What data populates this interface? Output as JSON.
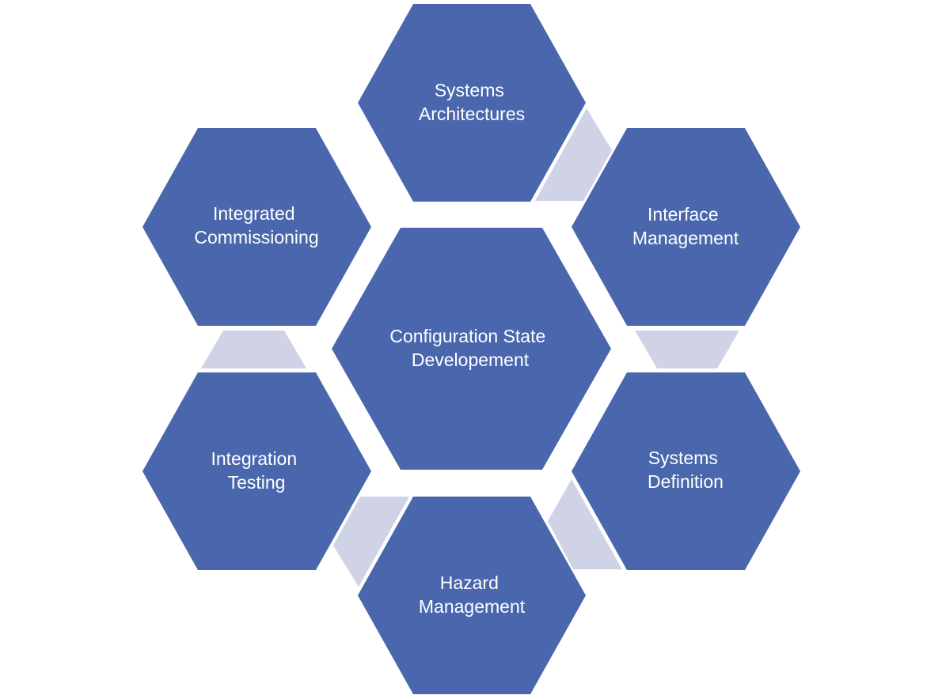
{
  "colors": {
    "hexagon_fill": "#4A67AD",
    "connector_fill": "#D0D3E6",
    "label_text": "#FFFFFF",
    "background": "#FFFFFF"
  },
  "center": {
    "line1": "Configuration State",
    "line2": "Developement"
  },
  "nodes": [
    {
      "line1": "Systems",
      "line2": "Architectures"
    },
    {
      "line1": "Interface",
      "line2": "Management"
    },
    {
      "line1": "Systems",
      "line2": "Definition"
    },
    {
      "line1": "Hazard",
      "line2": "Management"
    },
    {
      "line1": "Integration",
      "line2": "Testing"
    },
    {
      "line1": "Integrated",
      "line2": "Commissioning"
    }
  ]
}
